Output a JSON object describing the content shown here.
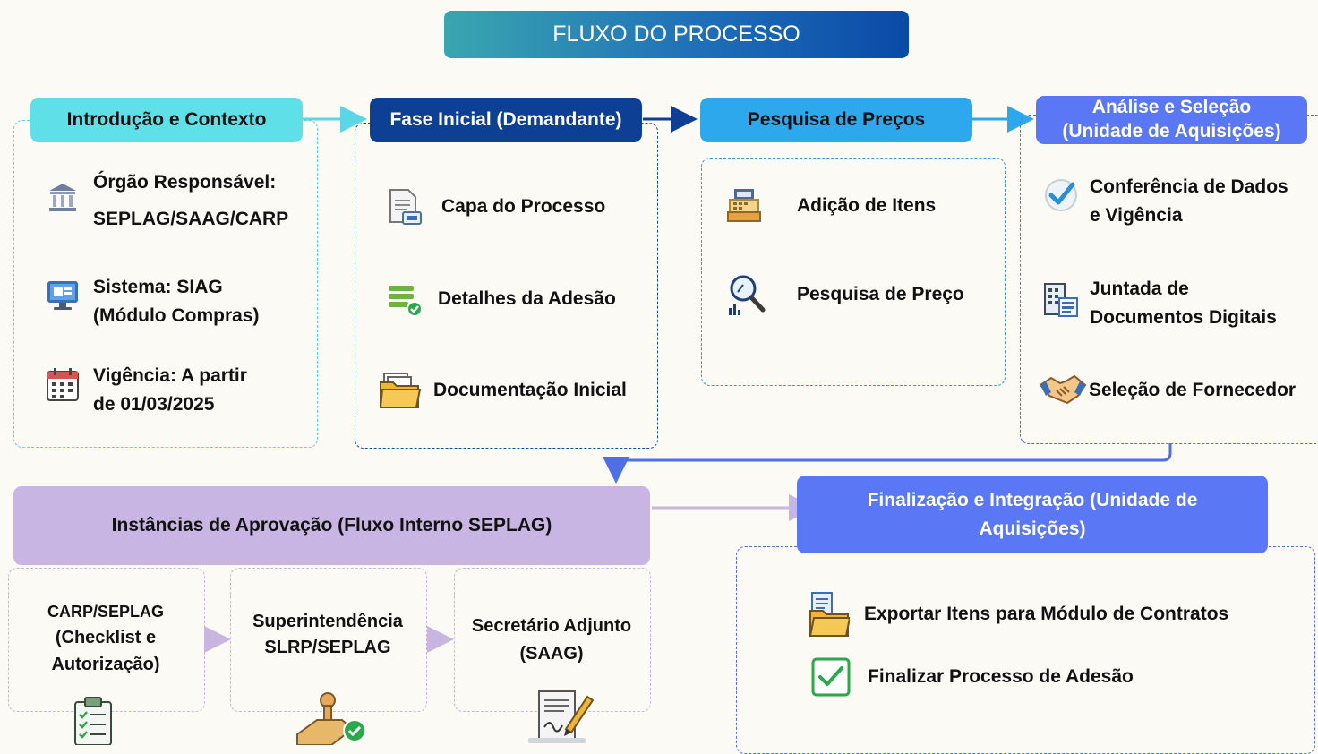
{
  "title": "FLUXO DO PROCESSO",
  "intro": {
    "header": "Introdução e Contexto",
    "orgao_label": "Órgão Responsável:",
    "orgao_value": "SEPLAG/SAAG/CARP",
    "sistema_l1": "Sistema: SIAG",
    "sistema_l2": "(Módulo Compras)",
    "vigencia_l1": "Vigência: A partir",
    "vigencia_l2": "de 01/03/2025"
  },
  "fase": {
    "header": "Fase Inicial (Demandante)",
    "items": [
      "Capa do Processo",
      "Detalhes da Adesão",
      "Documentação Inicial"
    ]
  },
  "pesquisa": {
    "header": "Pesquisa de Preços",
    "items": [
      "Adição de Itens",
      "Pesquisa de Preço"
    ]
  },
  "analise": {
    "header_l1": "Análise e Seleção",
    "header_l2": "(Unidade de Aquisições)",
    "conf_l1": "Conferência de Dados",
    "conf_l2": "e Vigência",
    "junt_l1": "Juntada de",
    "junt_l2": "Documentos Digitais",
    "selecao": "Seleção de Fornecedor"
  },
  "instancias": {
    "header": "Instâncias de Aprovação (Fluxo Interno SEPLAG)",
    "carp_l1": "CARP/SEPLAG",
    "carp_l2": "(Checklist e",
    "carp_l3": "Autorização)",
    "super_l1": "Superintendência",
    "super_l2": "SLRP/SEPLAG",
    "sec_l1": "Secretário Adjunto",
    "sec_l2": "(SAAG)"
  },
  "finalizacao": {
    "header_l1": "Finalização e Integração (Unidade de",
    "header_l2": "Aquisições)",
    "items": [
      "Exportar Itens para Módulo de Contratos",
      "Finalizar Processo de Adesão"
    ]
  },
  "colors": {
    "cyan": "#5fe0e8",
    "navy": "#0d3f95",
    "sky": "#2ea8ec",
    "blue": "#5a77f5",
    "lavender": "#c8b5e3",
    "green": "#2aa84a"
  }
}
